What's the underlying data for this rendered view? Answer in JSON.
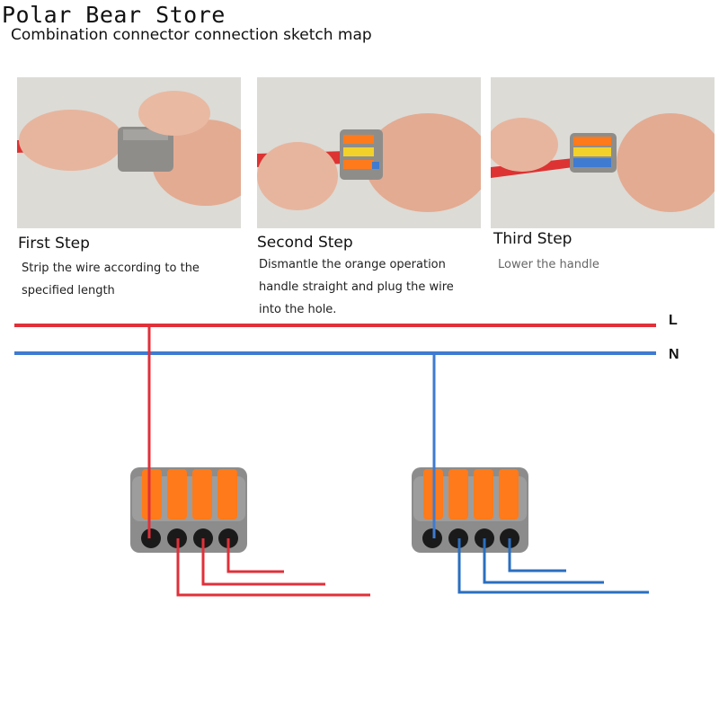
{
  "header": {
    "store": "Polar Bear Store",
    "subtitle": "Combination connector connection sketch map"
  },
  "steps": [
    {
      "title": "First Step",
      "description": "Strip the wire according to the\nspecified length"
    },
    {
      "title": "Second Step",
      "description": "Dismantle the orange operation\nhandle straight and plug the wire\ninto the hole."
    },
    {
      "title": "Third Step",
      "description": "Lower the handle"
    }
  ],
  "wiring": {
    "line_label": "L",
    "neutral_label": "N",
    "line_color": "#e0303a",
    "neutral_color": "#3f7bd0",
    "handle_color": "#ff7a1a",
    "body_color": "#8c8c8c"
  }
}
